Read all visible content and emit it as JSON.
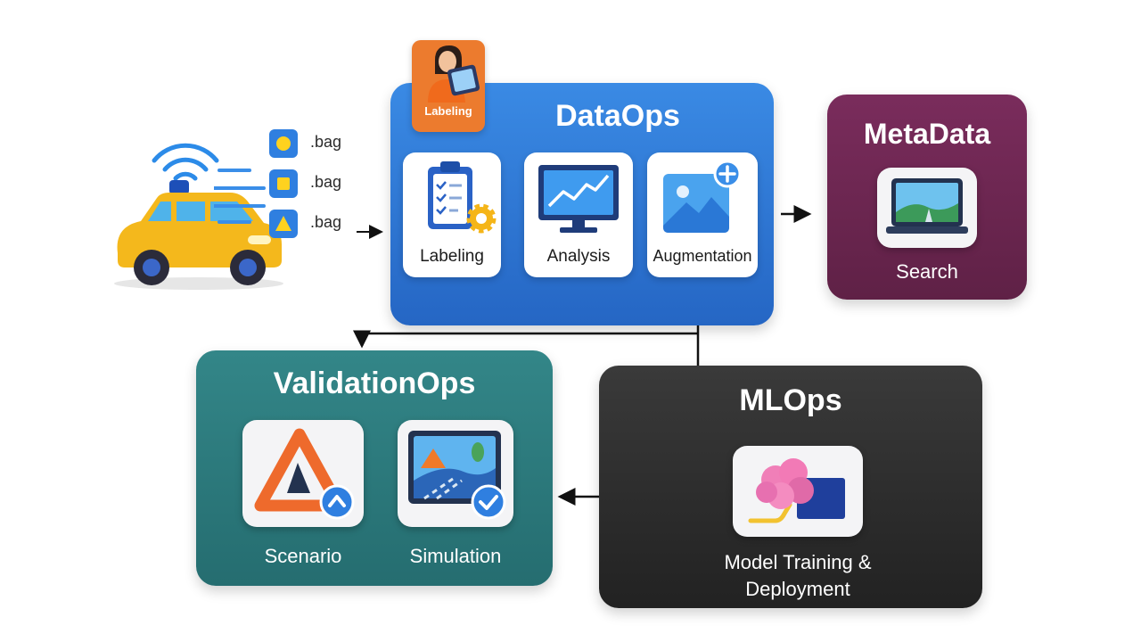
{
  "sources": {
    "files": [
      ".bag",
      ".bag",
      ".bag"
    ]
  },
  "labeler_badge": {
    "label": "Labeling"
  },
  "dataops": {
    "title": "DataOps",
    "cards": [
      "Labeling",
      "Analysis",
      "Augmentation"
    ]
  },
  "metadata": {
    "title": "MetaData",
    "item": "Search"
  },
  "validationops": {
    "title": "ValidationOps",
    "items": [
      "Scenario",
      "Simulation"
    ]
  },
  "mlops": {
    "title": "MLOps",
    "item": "Model Training & Deployment"
  },
  "colors": {
    "dataops": "#2f78d6",
    "metadata": "#6e2750",
    "validationops": "#2b7b7d",
    "mlops": "#2b2b2b",
    "labeler_badge": "#ec7b2e",
    "car": "#f4b81c"
  },
  "icons": [
    "car-icon",
    "wifi-signal-icon",
    "circle-icon",
    "square-icon",
    "triangle-icon",
    "clipboard-checklist-icon",
    "gear-icon",
    "monitor-chart-icon",
    "image-plus-icon",
    "laptop-landscape-icon",
    "warning-triangle-icon",
    "road-image-check-icon",
    "brain-chip-icon"
  ]
}
